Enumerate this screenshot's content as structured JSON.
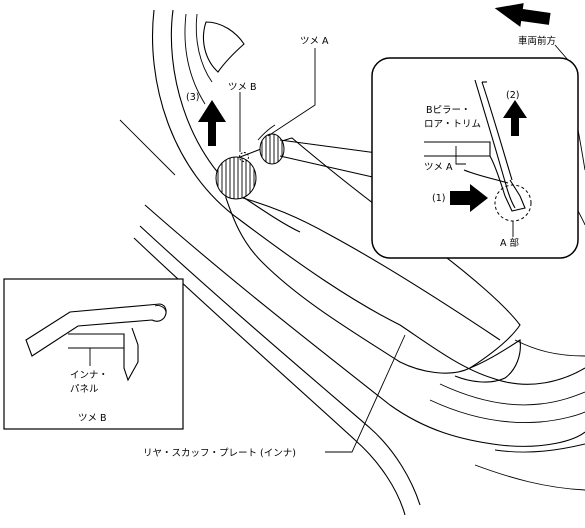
{
  "labels": {
    "vehicle_front": "車両前方",
    "tab_a_main": "ツメ A",
    "tab_b_main": "ツメ B",
    "step_3": "(3)",
    "step_2": "(2)",
    "step_1": "(1)",
    "b_pillar_line1": "Bピラー・",
    "b_pillar_line2": "ロア・トリム",
    "tab_a_detail": "ツメ A",
    "section_a": "A 部",
    "inner_panel_line1": "インナ・",
    "inner_panel_line2": "パネル",
    "tab_b_detail": "ツメ B",
    "rear_scuff_plate": "リヤ・スカッフ・プレート (インナ)"
  },
  "icons": [
    "arrow-up-icon",
    "arrow-right-icon",
    "arrow-left-icon"
  ]
}
